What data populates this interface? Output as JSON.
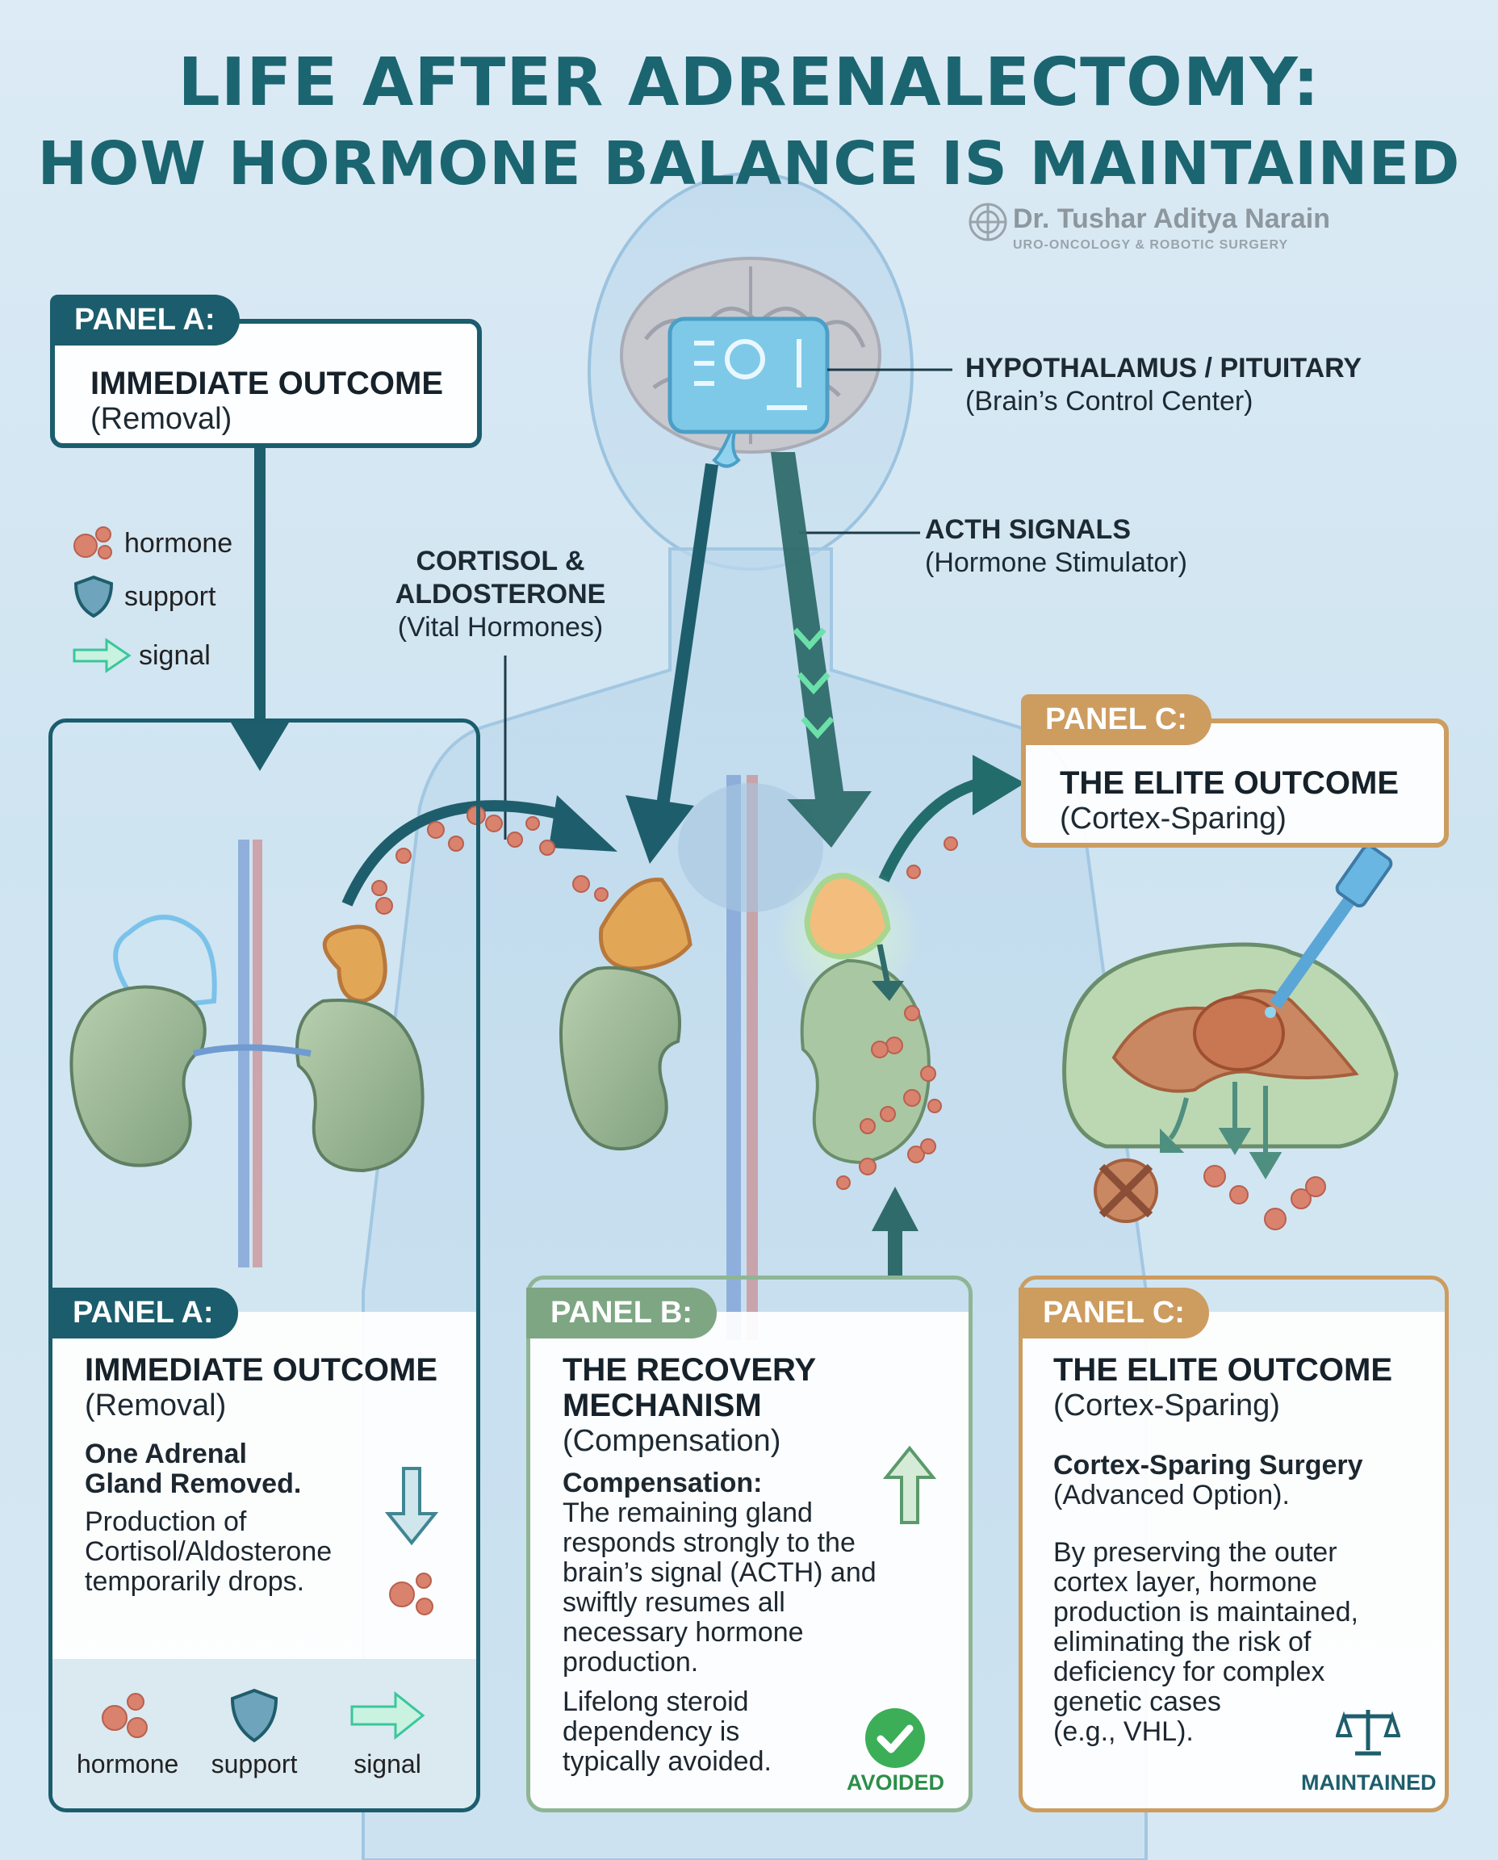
{
  "title": {
    "line1": "LIFE AFTER ADRENALECTOMY:",
    "line2": "HOW HORMONE BALANCE IS MAINTAINED"
  },
  "brand": {
    "name": "Dr. Tushar Aditya Narain",
    "subtitle": "URO-ONCOLOGY & ROBOTIC SURGERY"
  },
  "legend": {
    "hormone": "hormone",
    "support": "support",
    "signal": "signal"
  },
  "labels": {
    "hypothalamus_title": "HYPOTHALAMUS / PITUITARY",
    "hypothalamus_sub": "(Brain’s Control Center)",
    "acth_title": "ACTH SIGNALS",
    "acth_sub": "(Hormone Stimulator)",
    "cortisol_title_1": "CORTISOL &",
    "cortisol_title_2": "ALDOSTERONE",
    "cortisol_sub": "(Vital Hormones)"
  },
  "panel_a": {
    "tag": "PANEL A:",
    "title": "IMMEDIATE OUTCOME",
    "subtitle": "(Removal)",
    "bold_1": "One Adrenal",
    "bold_2": "Gland Removed.",
    "text_1": "Production of",
    "text_2": "Cortisol/Aldosterone",
    "text_3": "temporarily drops."
  },
  "panel_b": {
    "tag": "PANEL B:",
    "title_1": "THE RECOVERY",
    "title_2": "MECHANISM",
    "subtitle": "(Compensation)",
    "bold": "Compensation:",
    "text": [
      "The remaining gland",
      "responds strongly to the",
      "brain’s signal (ACTH) and",
      "swiftly resumes all",
      "necessary hormone",
      "production."
    ],
    "text_b": [
      "Lifelong steroid",
      "dependency is",
      "typically avoided."
    ],
    "status": "AVOIDED"
  },
  "panel_c": {
    "tag": "PANEL C:",
    "title": "THE ELITE OUTCOME",
    "subtitle": "(Cortex-Sparing)",
    "bold": "Cortex-Sparing Surgery",
    "bold_sub": "(Advanced Option).",
    "text": [
      "By preserving the outer",
      "cortex layer, hormone",
      "production is maintained,",
      "eliminating the risk of",
      "deficiency for complex",
      "genetic cases",
      "(e.g., VHL)."
    ],
    "status": "MAINTAINED"
  },
  "colors": {
    "title": "#1b6570",
    "panel_a": "#1b5d6c",
    "panel_b": "#7ea683",
    "panel_c": "#cd9c5f",
    "hormone": "#d9826e",
    "kidney": "#9fba9a",
    "adrenal": "#e2a657",
    "check": "#3cae57"
  }
}
